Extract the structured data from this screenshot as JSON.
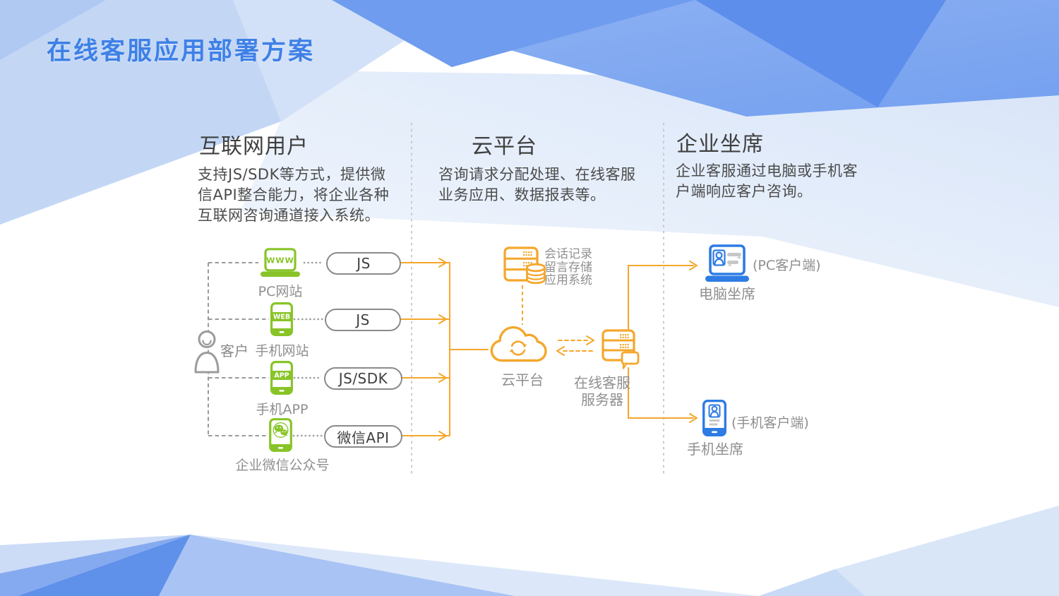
{
  "title": "在线客服应用部署方案",
  "columns": {
    "internet_users": {
      "heading": "互联网用户",
      "description": "支持JS/SDK等方式，提供微信API整合能力，将企业各种互联网咨询通道接入系统。"
    },
    "cloud_platform": {
      "heading": "云平台",
      "description": "咨询请求分配处理、在线客服业务应用、数据报表等。"
    },
    "enterprise_agents": {
      "heading": "企业坐席",
      "description": "企业客服通过电脑或手机客户端响应客户咨询。"
    }
  },
  "diagram": {
    "customer": {
      "label": "客户"
    },
    "channels": [
      {
        "device_text": "WWW",
        "label": "PC网站",
        "pill": "JS"
      },
      {
        "device_text": "WEB",
        "label": "手机网站",
        "pill": "JS"
      },
      {
        "device_text": "APP",
        "label": "手机APP",
        "pill": "JS/SDK"
      },
      {
        "device_text": "",
        "label": "企业微信公众号",
        "pill": "微信API"
      }
    ],
    "storage": {
      "lines": [
        "会话记录",
        "留言存储",
        "应用系统"
      ]
    },
    "cloud": {
      "label": "云平台"
    },
    "server": {
      "lines": [
        "在线客服",
        "服务器"
      ]
    },
    "agents": [
      {
        "annotation": "(PC客户端)",
        "label": "电脑坐席"
      },
      {
        "annotation": "(手机客户端)",
        "label": "手机坐席"
      }
    ]
  },
  "colors": {
    "title_blue": "#3e80e6",
    "channel_green": "#88c427",
    "cloud_orange": "#f4a72c",
    "agent_blue": "#2e7ce4",
    "divider_gray": "#c6c6c6",
    "label_gray": "#8f8f8f"
  }
}
